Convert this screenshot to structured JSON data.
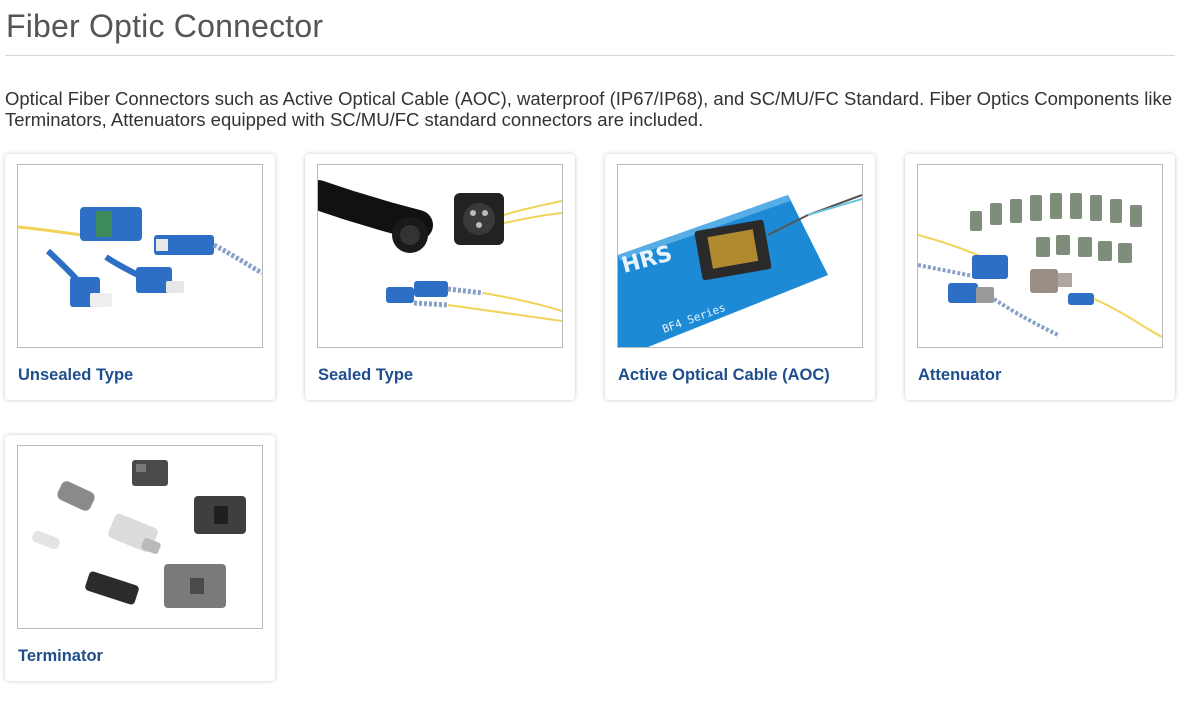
{
  "page": {
    "title": "Fiber Optic Connector",
    "intro": "Optical Fiber Connectors such as Active Optical Cable (AOC), waterproof (IP67/IP68), and SC/MU/FC Standard. Fiber Optics Components like Terminators, Attenuators equipped with SC/MU/FC standard connectors are included."
  },
  "cards": [
    {
      "label": "Unsealed Type",
      "image": "unsealed-type-connector-photo"
    },
    {
      "label": "Sealed Type",
      "image": "sealed-type-connector-photo"
    },
    {
      "label": "Active Optical Cable (AOC)",
      "image": "aoc-module-photo",
      "image_text": [
        "HRS",
        "BF4 Series"
      ]
    },
    {
      "label": "Attenuator",
      "image": "attenuator-photo"
    },
    {
      "label": "Terminator",
      "image": "terminator-photo"
    }
  ],
  "colors": {
    "link": "#1f4e8c",
    "title": "#555555",
    "connector_blue": "#2d6fc4",
    "fiber_yellow": "#f2d35a",
    "pcb_blue": "#1d8ad6"
  }
}
